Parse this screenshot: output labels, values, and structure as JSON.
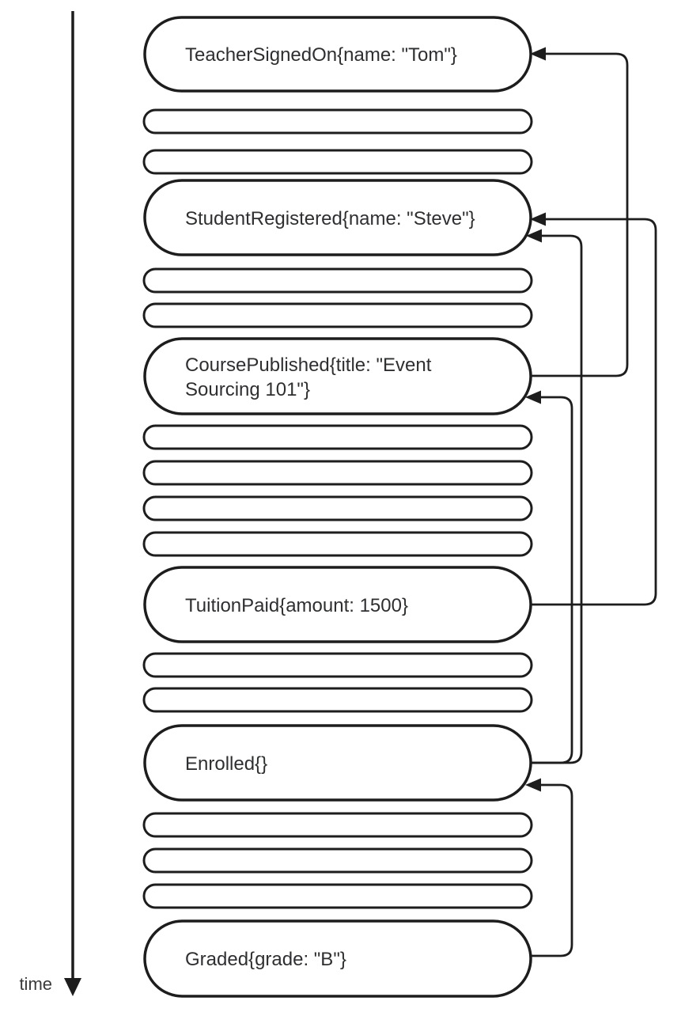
{
  "diagram": {
    "kind": "event-sourcing-timeline",
    "background": "#ffffff",
    "stroke_color": "#1d1d1d",
    "text_color": "#2e2f31",
    "time_axis": {
      "label": "time"
    },
    "events": [
      {
        "name": "TeacherSignedOn",
        "label": "TeacherSignedOn{name: \"Tom\"}",
        "lines": [
          "TeacherSignedOn{name: \"Tom\"}"
        ]
      },
      {
        "name": "StudentRegistered",
        "label": "StudentRegistered{name: \"Steve\"}",
        "lines": [
          "StudentRegistered{name: \"Steve\"}"
        ]
      },
      {
        "name": "CoursePublished",
        "label": "CoursePublished{title: \"Event Sourcing 101\"}",
        "lines": [
          "CoursePublished{title: \"Event",
          "Sourcing 101\"}"
        ]
      },
      {
        "name": "TuitionPaid",
        "label": "TuitionPaid{amount: 1500}",
        "lines": [
          "TuitionPaid{amount: 1500}"
        ]
      },
      {
        "name": "Enrolled",
        "label": "Enrolled{}",
        "lines": [
          "Enrolled{}"
        ]
      },
      {
        "name": "Graded",
        "label": "Graded{grade: \"B\"}",
        "lines": [
          "Graded{grade: \"B\"}"
        ]
      }
    ],
    "placeholder_groups": [
      {
        "after": "TeacherSignedOn",
        "count": 2
      },
      {
        "after": "StudentRegistered",
        "count": 2
      },
      {
        "after": "CoursePublished",
        "count": 4
      },
      {
        "after": "TuitionPaid",
        "count": 2
      },
      {
        "after": "Enrolled",
        "count": 3
      }
    ],
    "references": [
      {
        "from": "CoursePublished",
        "to": "TeacherSignedOn"
      },
      {
        "from": "TuitionPaid",
        "to": "StudentRegistered"
      },
      {
        "from": "Enrolled",
        "to": "StudentRegistered"
      },
      {
        "from": "Enrolled",
        "to": "CoursePublished"
      },
      {
        "from": "Graded",
        "to": "Enrolled"
      }
    ]
  }
}
